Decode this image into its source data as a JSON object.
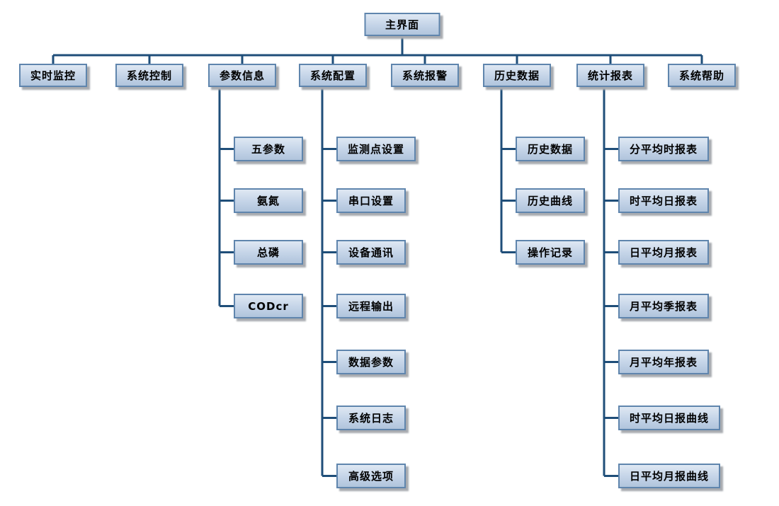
{
  "diagram": {
    "root": {
      "label": "主界面"
    },
    "branches": [
      {
        "label": "实时监控",
        "children": []
      },
      {
        "label": "系统控制",
        "children": []
      },
      {
        "label": "参数信息",
        "children": [
          "五参数",
          "氨氮",
          "总磷",
          "CODcr"
        ]
      },
      {
        "label": "系统配置",
        "children": [
          "监测点设置",
          "串口设置",
          "设备通讯",
          "远程输出",
          "数据参数",
          "系统日志",
          "高级选项"
        ]
      },
      {
        "label": "系统报警",
        "children": []
      },
      {
        "label": "历史数据",
        "children": [
          "历史数据",
          "历史曲线",
          "操作记录"
        ]
      },
      {
        "label": "统计报表",
        "children": [
          "分平均时报表",
          "时平均日报表",
          "日平均月报表",
          "月平均季报表",
          "月平均年报表",
          "时平均日报曲线",
          "日平均月报曲线"
        ]
      },
      {
        "label": "系统帮助",
        "children": []
      }
    ],
    "colors": {
      "background": "#ffffff",
      "box_border": "#5f85ad",
      "box_fill_top": "#dfe8f3",
      "box_fill_mid": "#c7d6e9",
      "box_fill_bottom": "#b0c4dc",
      "box_shadow": "#a8abb0",
      "connector": "#1f4e79",
      "text": "#000000"
    }
  }
}
